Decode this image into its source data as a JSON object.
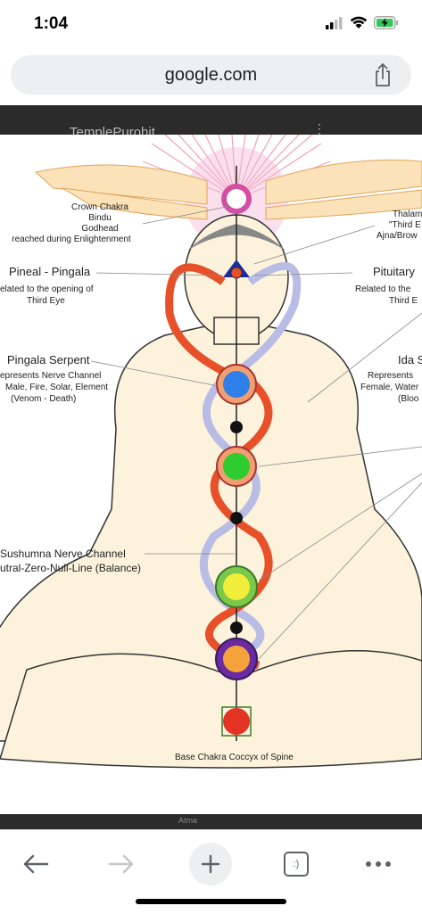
{
  "status": {
    "time": "1:04"
  },
  "browser": {
    "url": "google.com"
  },
  "page": {
    "site_header": "TemplePurohit",
    "top_dots": "⋮"
  },
  "diagram": {
    "labels": {
      "crown_1": "Crown Chakra",
      "crown_2": "Bindu",
      "crown_3": "Godhead",
      "crown_4": "reached during Enlightenment",
      "pineal_1": "Pineal - Pingala",
      "pineal_2": "elated to the opening of",
      "pineal_3": "Third Eye",
      "pingala_1": "Pingala Serpent",
      "pingala_2": "epresents Nerve Channel",
      "pingala_3": "Male, Fire, Solar, Element",
      "pingala_4": "(Venom - Death)",
      "sushumna_1": "Sushumna Nerve Channel",
      "sushumna_2": "utral-Zero-Null-Line (Balance)",
      "thalamus_1": "Thalam",
      "thalamus_2": "\"Third E",
      "thalamus_3": "Ajna/Brow",
      "pituitary_1": "Pituitary",
      "pituitary_2": "Related to the",
      "pituitary_3": "Third E",
      "ida_1": "Ida S",
      "ida_2": "Represents",
      "ida_3": "Female, Water",
      "ida_4": "(Bloo",
      "base": "Base Chakra Coccyx of Spine"
    },
    "colors": {
      "pingala": "#e8502a",
      "ida": "#b9bde6",
      "skin": "#fdf3dc",
      "wings": "#f6c98a",
      "crown": "#f3b7d6",
      "throat": "#2f7fe8",
      "heart": "#2ecc2e",
      "solar": "#f1ee3a",
      "sacral": "#f5a23b",
      "root": "#e33322"
    }
  },
  "bottom_strip": {
    "text": "Atma"
  },
  "toolbar": {
    "tab_count": ":)"
  }
}
